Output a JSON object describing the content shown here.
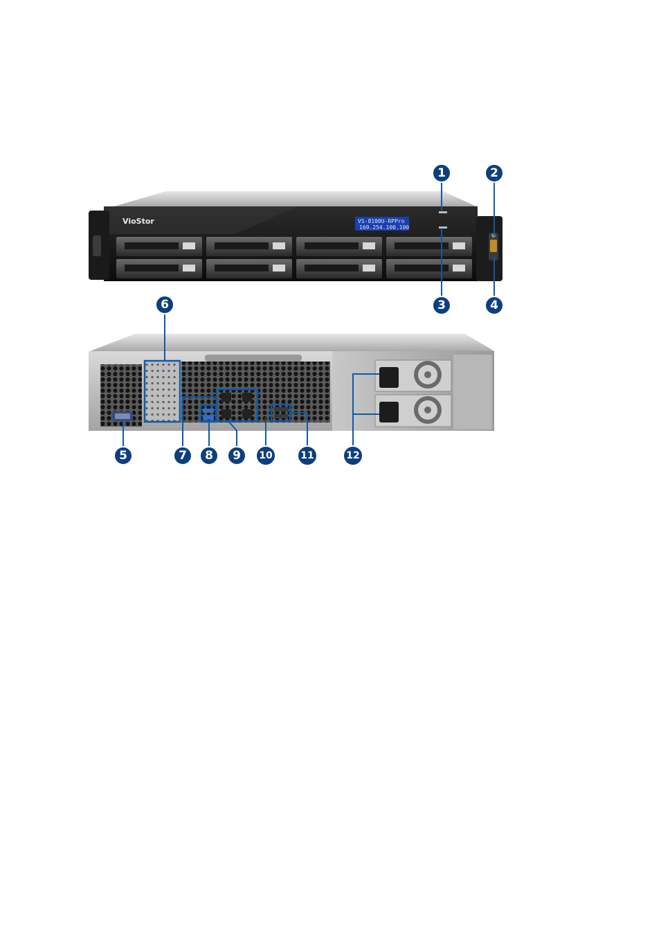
{
  "device": {
    "brand": "VioStor",
    "lcd_line1": "VS-8100U-RPPro",
    "lcd_line2": "169.254.100.100"
  },
  "callouts": [
    "1",
    "2",
    "3",
    "4",
    "5",
    "6",
    "7",
    "8",
    "9",
    "10",
    "11",
    "12"
  ],
  "colors": {
    "callout": "#0d3f7e",
    "callout_ring": "#ffffff",
    "leader": "#0d5aa8",
    "lcd": "#1a3fae"
  }
}
